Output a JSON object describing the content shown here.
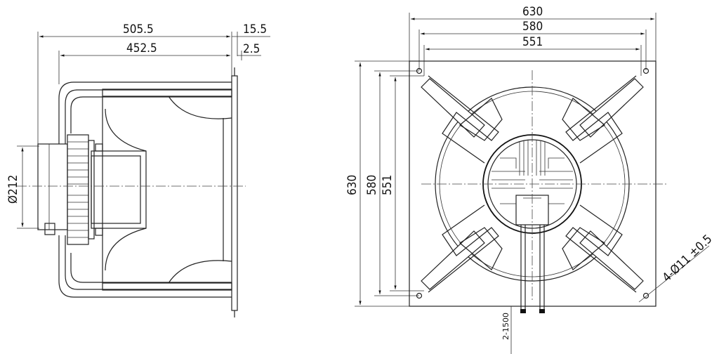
{
  "side_view": {
    "dims": {
      "overall_length": "505.5",
      "housing_length": "452.5",
      "flange_thickness": "15.5",
      "flange_offset": "2.5",
      "motor_diameter": "Ø212"
    }
  },
  "front_view": {
    "dims": {
      "width_outer": "630",
      "width_hole_pitch": "580",
      "width_inner": "551",
      "height_outer": "630",
      "height_hole_pitch": "580",
      "height_inner": "551",
      "holes": "4-Ø11 ±0.5",
      "cable_length": "2-1500"
    }
  },
  "colors": {
    "line": "#222222",
    "background": "#ffffff"
  }
}
